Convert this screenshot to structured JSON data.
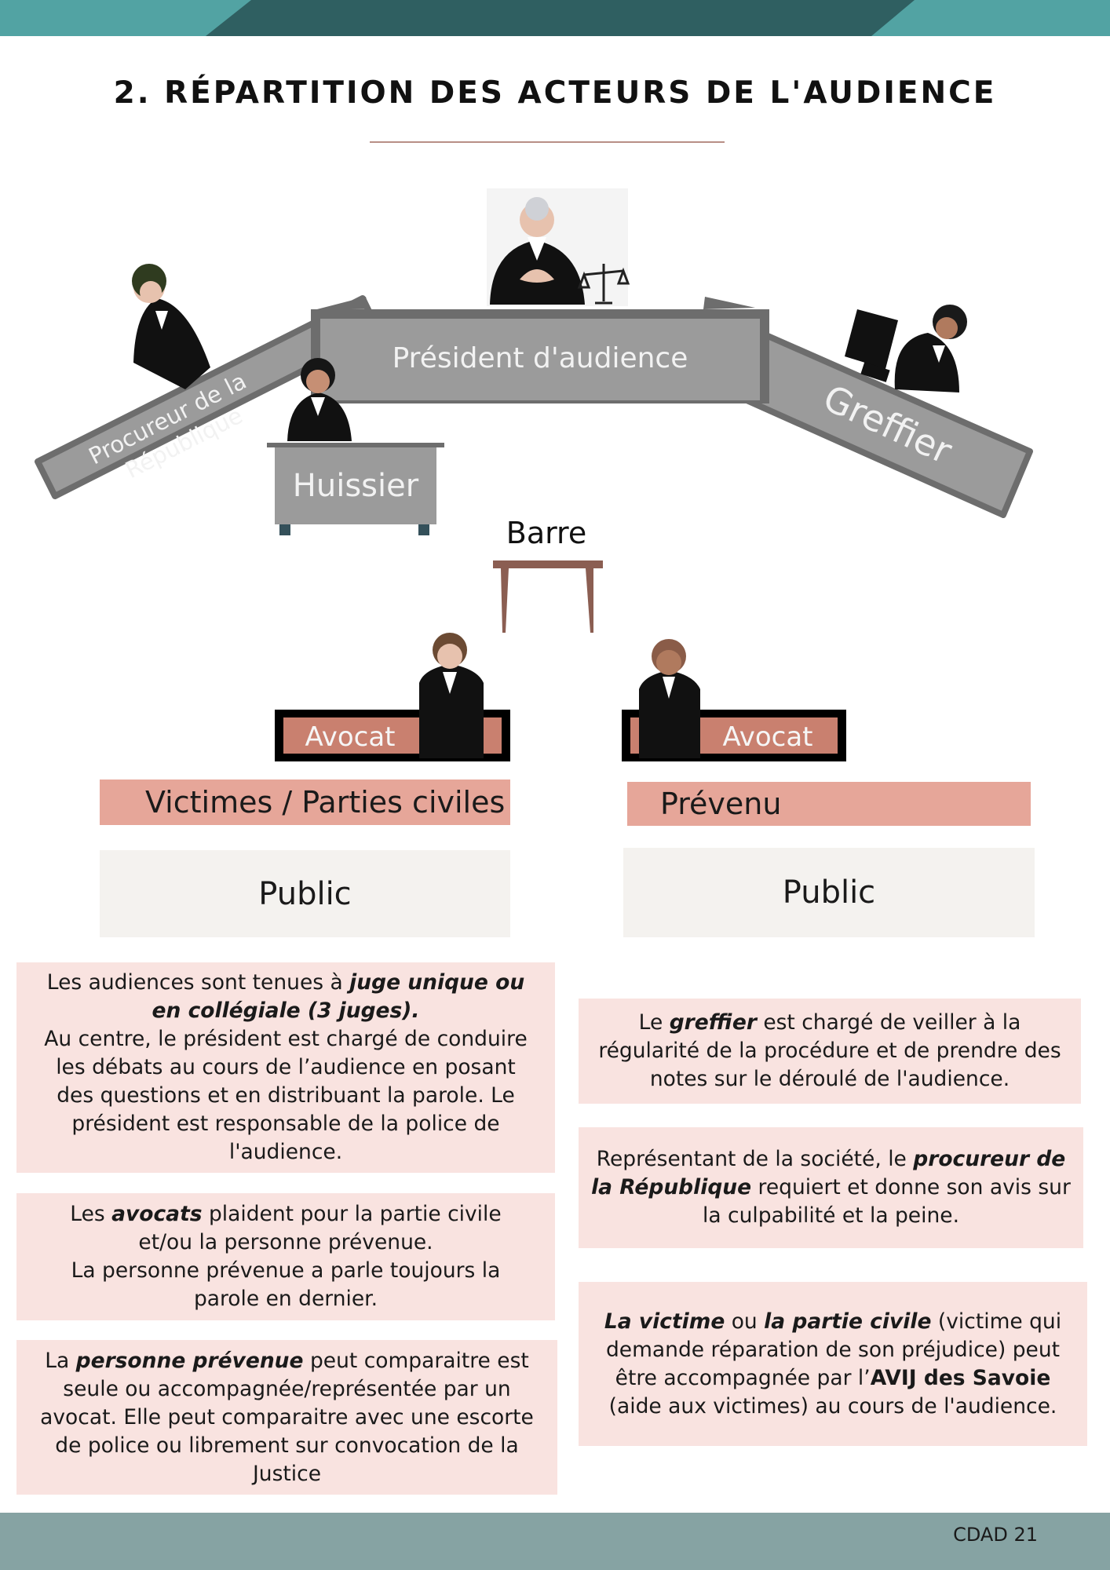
{
  "header": {
    "title": "2. RÉPARTITION DES ACTEURS DE L'AUDIENCE"
  },
  "colors": {
    "teal_dark": "#2f5f61",
    "teal_light": "#52a3a3",
    "desk_gray": "#9b9b9b",
    "salmon": "#e6a699",
    "pink_box": "#f9e3e0",
    "footer": "#86a3a3"
  },
  "diagram": {
    "president": "Président d'audience",
    "procureur_line1": "Procureur de la",
    "procureur_line2": "République",
    "greffier": "Greffier",
    "huissier": "Huissier",
    "barre": "Barre",
    "avocat_left": "Avocat",
    "avocat_right": "Avocat",
    "victimes": "Victimes / Parties civiles",
    "prevenu": "Prévenu",
    "public_left": "Public",
    "public_right": "Public"
  },
  "boxes": {
    "juges": {
      "t1": "Les audiences sont tenues à ",
      "b1": "juge unique ou en collégiale (3 juges).",
      "t2": "Au centre, le président est chargé de conduire les débats au cours de l’audience en posant des questions et en distribuant la parole. Le président est responsable de la police de l'audience."
    },
    "avocats": {
      "t1": "Les ",
      "b1": "avocats",
      "t2": " plaident pour la partie civile et/ou la personne prévenue.",
      "t3": "La personne prévenue a  parle toujours la parole en dernier."
    },
    "prevenue": {
      "t1": "La ",
      "b1": "personne prévenue",
      "t2": " peut comparaitre est seule ou accompagnée/représentée par un avocat. Elle peut comparaitre avec une escorte de police ou librement sur convocation de la Justice"
    },
    "greffier": {
      "t1": "Le ",
      "b1": "greffier",
      "t2": " est chargé de veiller à la régularité de la procédure et de prendre des notes sur le déroulé de l'audience."
    },
    "procureur": {
      "t1": "Représentant de la société, le ",
      "b1": "procureur de la République",
      "t2": " requiert et donne son avis sur la culpabilité et la peine."
    },
    "victime": {
      "b1": "La victime",
      "t1": " ou ",
      "b2": "la partie civile",
      "t2": " (victime qui demande réparation de son préjudice) peut être accompagnée par l’",
      "b3": "AVIJ des Savoie",
      "t3": " (aide aux victimes) au cours de l'audience."
    }
  },
  "footer": {
    "text": "CDAD 21"
  }
}
